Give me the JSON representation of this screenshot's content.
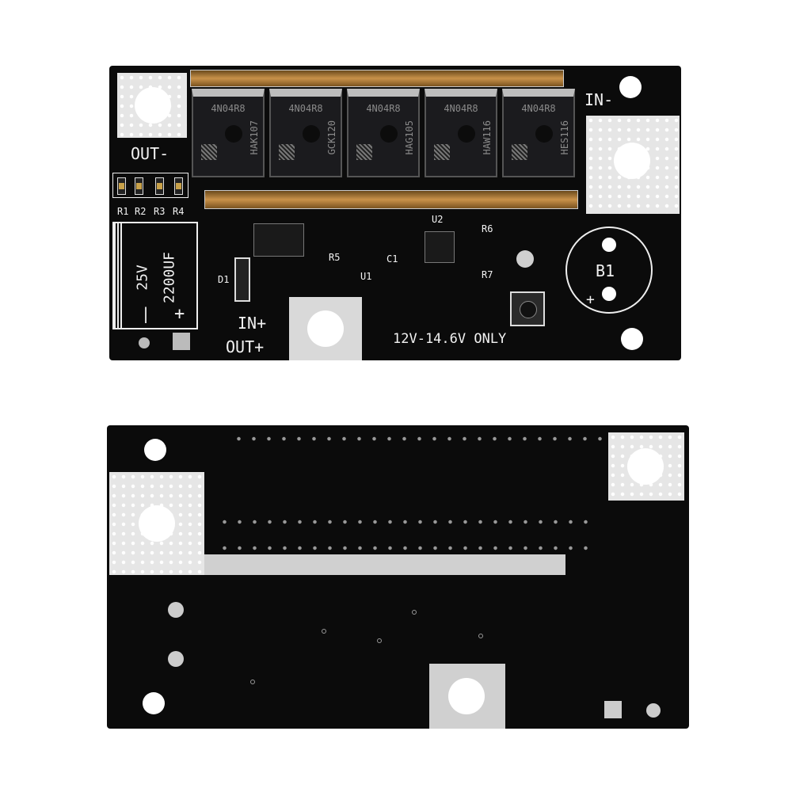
{
  "top_board": {
    "out_minus": "OUT-",
    "in_minus": "IN-",
    "in_plus": "IN+",
    "out_plus": "OUT+",
    "resistors": [
      "R1",
      "R2",
      "R3",
      "R4"
    ],
    "capacitor_voltage": "25V",
    "capacitor_value": "2200UF",
    "cap_minus": "|",
    "cap_plus": "+",
    "diode": "D1",
    "r5": "R5",
    "u1": "U1",
    "c1": "C1",
    "u2": "U2",
    "r6": "R6",
    "r7": "R7",
    "battery": "B1",
    "battery_plus": "+",
    "voltage_note": "12V-14.6V ONLY",
    "mosfets": [
      {
        "marking": "4N04R8",
        "code": "HAK107"
      },
      {
        "marking": "4N04R8",
        "code": "GCK120"
      },
      {
        "marking": "4N04R8",
        "code": "HAG105"
      },
      {
        "marking": "4N04R8",
        "code": "HAW116"
      },
      {
        "marking": "4N04R8",
        "code": "HES116"
      }
    ]
  },
  "colors": {
    "pcb": "#0b0b0b",
    "pad": "#e6e6e6",
    "copper_bar": "#a8762e",
    "silkscreen": "#f2f2f2"
  }
}
